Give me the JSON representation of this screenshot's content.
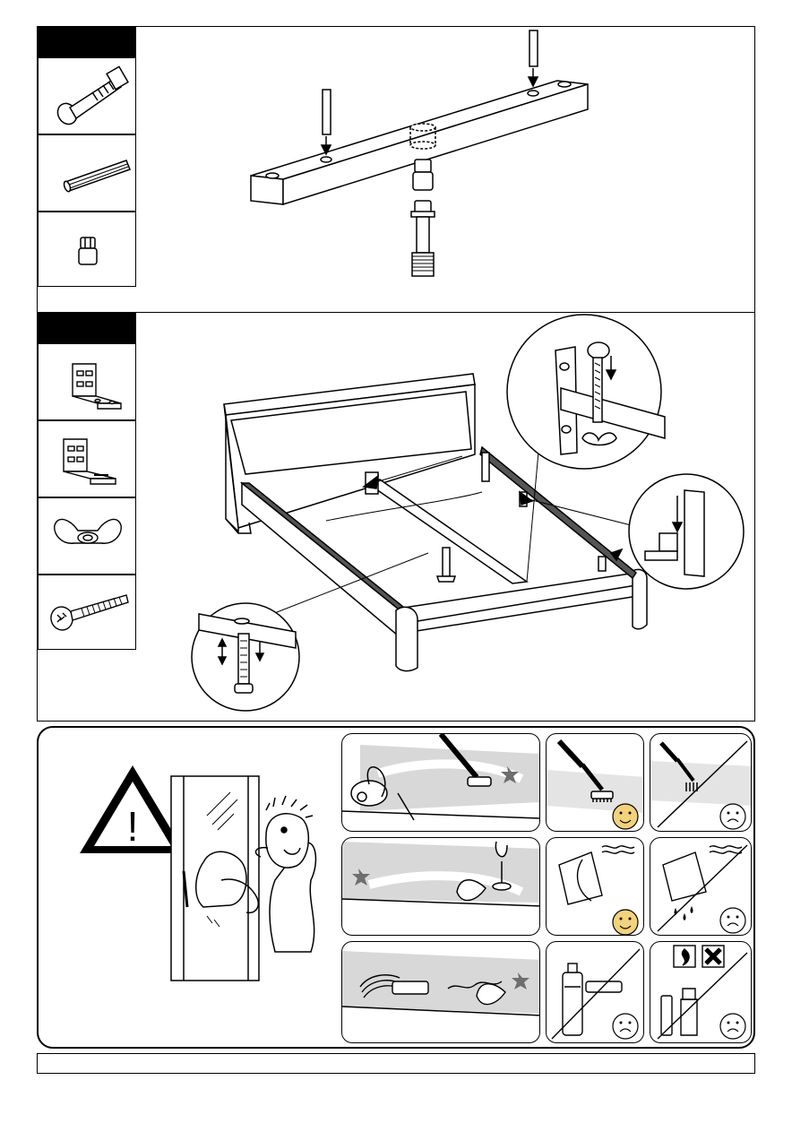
{
  "step1": {
    "step_label": "",
    "parts": [
      {
        "icon": "barrel-nut-bolt-icon",
        "qty": ""
      },
      {
        "icon": "wooden-dowel-icon",
        "qty": ""
      },
      {
        "icon": "threaded-insert-icon",
        "qty": ""
      }
    ]
  },
  "step2": {
    "step_label": "",
    "parts": [
      {
        "icon": "corner-bracket-right-icon",
        "qty": ""
      },
      {
        "icon": "corner-bracket-left-icon",
        "qty": ""
      },
      {
        "icon": "wing-nut-icon",
        "qty": ""
      },
      {
        "icon": "long-screw-icon",
        "qty": ""
      }
    ]
  },
  "care": {
    "warning_symbol": "!",
    "tiles": [
      {
        "icon": "vacuum-cleaning-icon",
        "verdict": "ok"
      },
      {
        "icon": "soft-brush-icon",
        "verdict": "ok"
      },
      {
        "icon": "hard-brush-icon",
        "verdict": "not-ok"
      },
      {
        "icon": "wipe-spill-icon",
        "verdict": "ok"
      },
      {
        "icon": "dry-cloth-icon",
        "verdict": "ok"
      },
      {
        "icon": "wet-cloth-icon",
        "verdict": "not-ok"
      },
      {
        "icon": "sponge-wipe-icon",
        "verdict": "ok"
      },
      {
        "icon": "abrasive-cleaner-icon",
        "verdict": "not-ok"
      },
      {
        "icon": "chemical-spray-icon",
        "verdict": "not-ok"
      }
    ],
    "colors": {
      "smiley_ok": "#f2d27a",
      "star": "#6e6e6e",
      "surface": "#d8d8d8"
    }
  },
  "footer": {
    "text": ""
  }
}
